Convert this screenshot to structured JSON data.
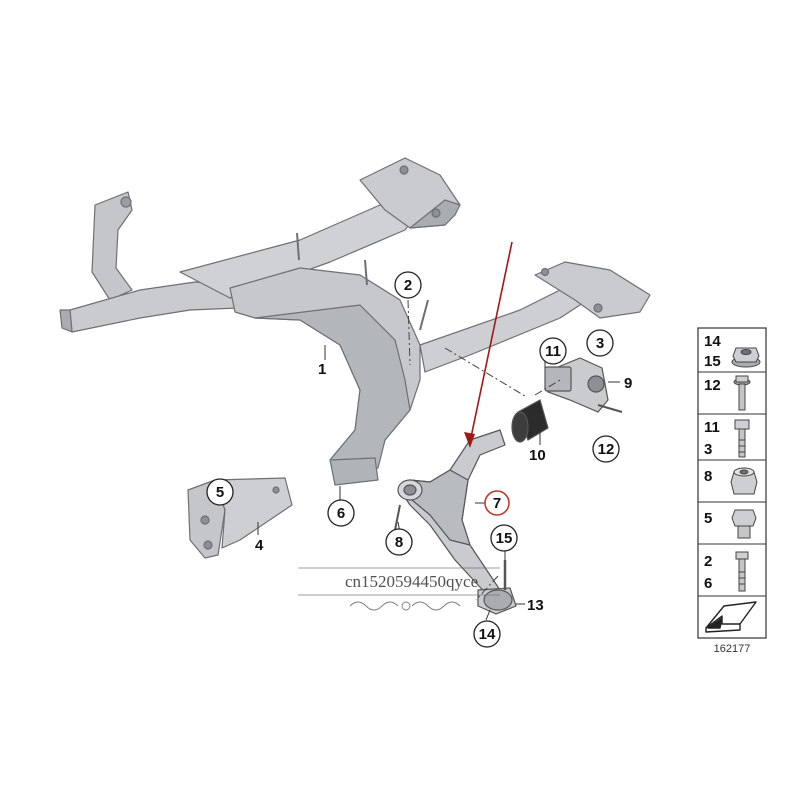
{
  "diagram": {
    "callouts": [
      "1",
      "2",
      "3",
      "4",
      "5",
      "6",
      "7",
      "8",
      "9",
      "10",
      "11",
      "12",
      "13",
      "14",
      "15"
    ],
    "legend": {
      "groups": [
        {
          "numbers": [
            "14",
            "15"
          ],
          "icon": "flange-nut-icon"
        },
        {
          "numbers": [
            "12"
          ],
          "icon": "flange-bolt-icon"
        },
        {
          "numbers": [
            "11",
            "3"
          ],
          "icon": "hex-bolt-icon"
        },
        {
          "numbers": [
            "8"
          ],
          "icon": "self-locking-nut-icon"
        },
        {
          "numbers": [
            "5"
          ],
          "icon": "hex-head-screw-icon"
        },
        {
          "numbers": [
            "2",
            "6"
          ],
          "icon": "long-bolt-icon"
        }
      ],
      "diagram_number": "162177"
    },
    "watermark": "cn1520594450qyce",
    "colors": {
      "part_fill": "#c9cbce",
      "part_shade": "#a9acb0",
      "line": "#555555",
      "highlight_circle": "#c0392b",
      "arrow": "#a01818"
    }
  }
}
